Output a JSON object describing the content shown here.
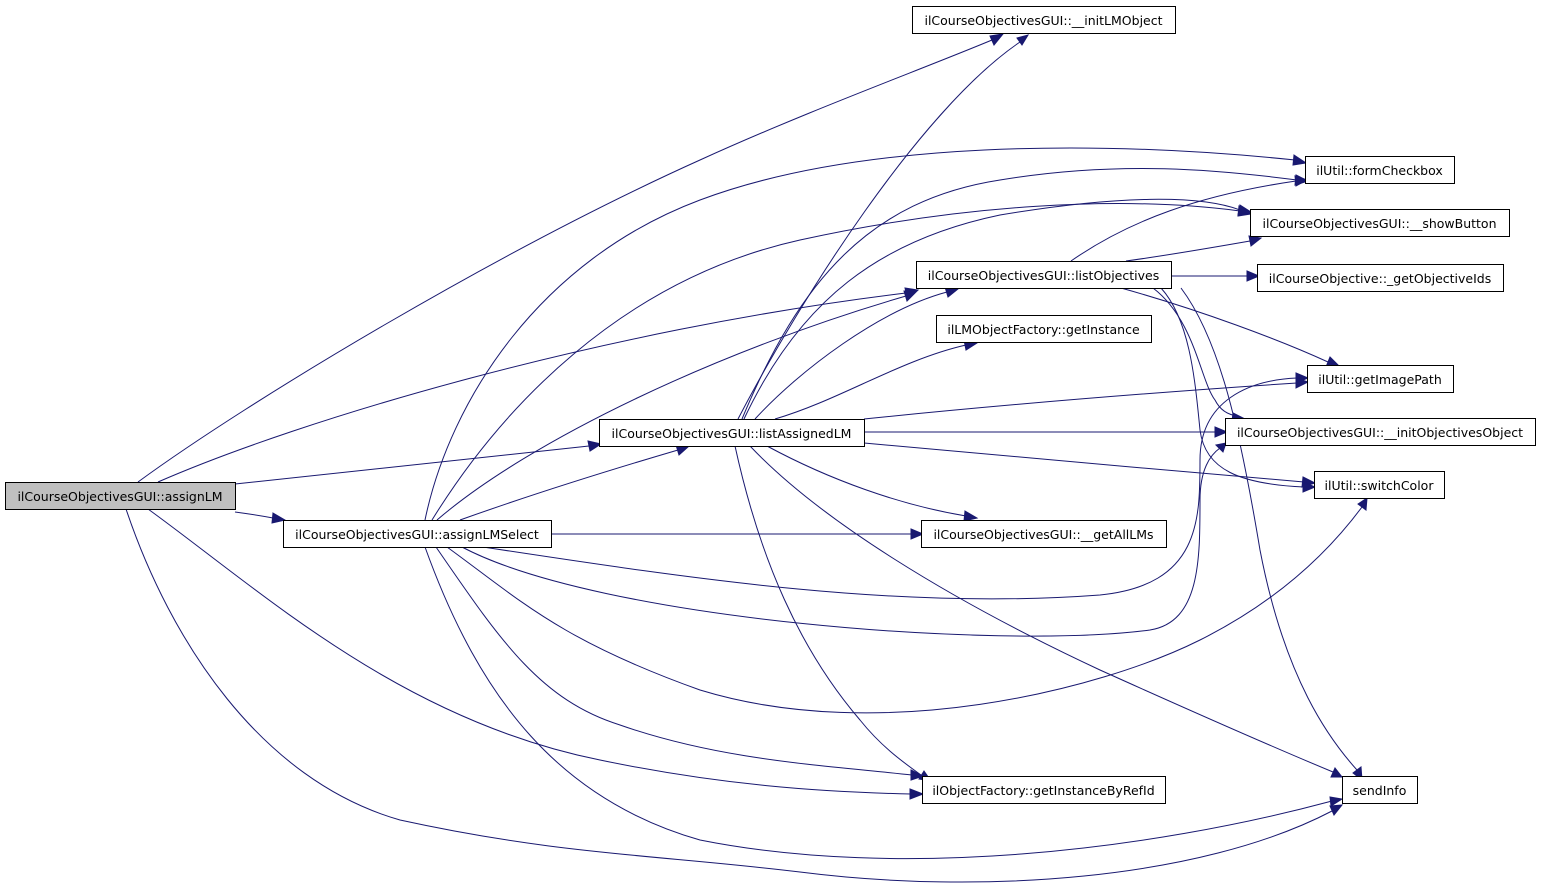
{
  "diagram": {
    "type": "call-graph",
    "colors": {
      "edge": "#191970",
      "node_border": "#000000",
      "node_fill": "#ffffff",
      "root_fill": "#bfbfbf"
    },
    "nodes": [
      {
        "id": "assignLM",
        "label": "ilCourseObjectivesGUI::assignLM",
        "root": true
      },
      {
        "id": "assignLMSelect",
        "label": "ilCourseObjectivesGUI::assignLMSelect"
      },
      {
        "id": "listAssignedLM",
        "label": "ilCourseObjectivesGUI::listAssignedLM"
      },
      {
        "id": "initLMObject",
        "label": "ilCourseObjectivesGUI::__initLMObject"
      },
      {
        "id": "formCheckbox",
        "label": "ilUtil::formCheckbox"
      },
      {
        "id": "showButton",
        "label": "ilCourseObjectivesGUI::__showButton"
      },
      {
        "id": "listObjectives",
        "label": "ilCourseObjectivesGUI::listObjectives"
      },
      {
        "id": "getObjectiveIds",
        "label": "ilCourseObjective::_getObjectiveIds"
      },
      {
        "id": "lmGetInstance",
        "label": "ilLMObjectFactory::getInstance"
      },
      {
        "id": "getImagePath",
        "label": "ilUtil::getImagePath"
      },
      {
        "id": "initObjectivesObject",
        "label": "ilCourseObjectivesGUI::__initObjectivesObject"
      },
      {
        "id": "switchColor",
        "label": "ilUtil::switchColor"
      },
      {
        "id": "getAllLMs",
        "label": "ilCourseObjectivesGUI::__getAllLMs"
      },
      {
        "id": "getInstanceByRefId",
        "label": "ilObjectFactory::getInstanceByRefId"
      },
      {
        "id": "sendInfo",
        "label": "sendInfo"
      }
    ],
    "edges": [
      [
        "assignLM",
        "initLMObject"
      ],
      [
        "assignLM",
        "listObjectives"
      ],
      [
        "assignLM",
        "listAssignedLM"
      ],
      [
        "assignLM",
        "assignLMSelect"
      ],
      [
        "assignLM",
        "getInstanceByRefId"
      ],
      [
        "assignLM",
        "sendInfo"
      ],
      [
        "assignLMSelect",
        "formCheckbox"
      ],
      [
        "assignLMSelect",
        "showButton"
      ],
      [
        "assignLMSelect",
        "listObjectives"
      ],
      [
        "assignLMSelect",
        "listAssignedLM"
      ],
      [
        "assignLMSelect",
        "getAllLMs"
      ],
      [
        "assignLMSelect",
        "getImagePath"
      ],
      [
        "assignLMSelect",
        "initObjectivesObject"
      ],
      [
        "assignLMSelect",
        "switchColor"
      ],
      [
        "assignLMSelect",
        "getInstanceByRefId"
      ],
      [
        "assignLMSelect",
        "sendInfo"
      ],
      [
        "listAssignedLM",
        "initLMObject"
      ],
      [
        "listAssignedLM",
        "formCheckbox"
      ],
      [
        "listAssignedLM",
        "showButton"
      ],
      [
        "listAssignedLM",
        "listObjectives"
      ],
      [
        "listAssignedLM",
        "lmGetInstance"
      ],
      [
        "listAssignedLM",
        "getImagePath"
      ],
      [
        "listAssignedLM",
        "initObjectivesObject"
      ],
      [
        "listAssignedLM",
        "switchColor"
      ],
      [
        "listAssignedLM",
        "getAllLMs"
      ],
      [
        "listAssignedLM",
        "getInstanceByRefId"
      ],
      [
        "listAssignedLM",
        "sendInfo"
      ],
      [
        "listObjectives",
        "formCheckbox"
      ],
      [
        "listObjectives",
        "showButton"
      ],
      [
        "listObjectives",
        "getObjectiveIds"
      ],
      [
        "listObjectives",
        "getImagePath"
      ],
      [
        "listObjectives",
        "initObjectivesObject"
      ],
      [
        "listObjectives",
        "switchColor"
      ],
      [
        "listObjectives",
        "sendInfo"
      ]
    ]
  }
}
